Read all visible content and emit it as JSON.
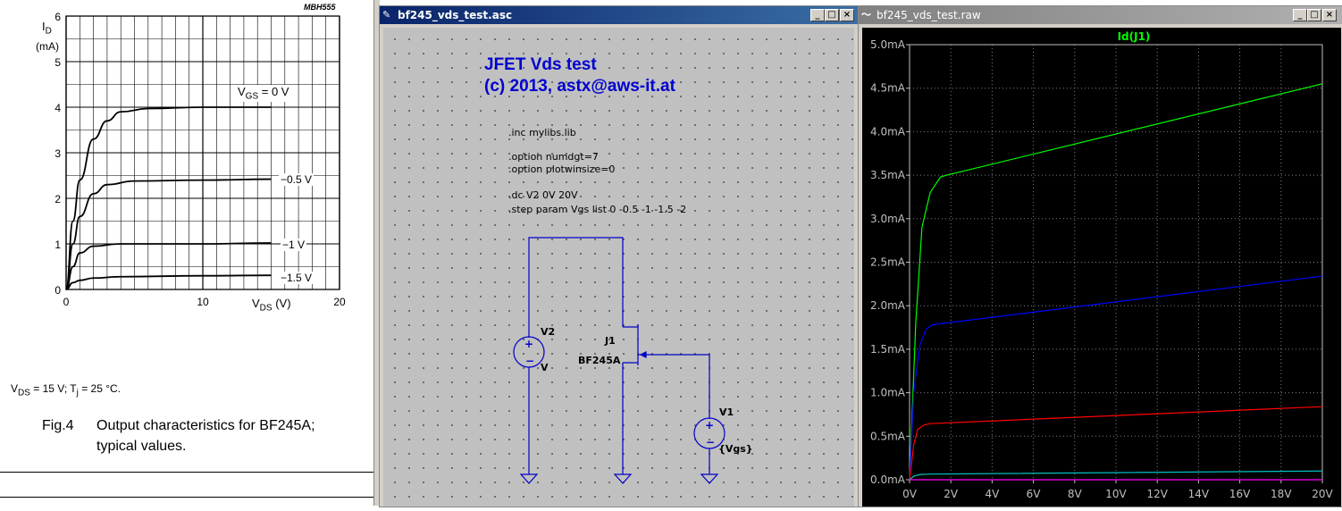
{
  "datasheet": {
    "code": "MBH555",
    "y_label_main": "I",
    "y_label_sub": "D",
    "y_unit": "(mA)",
    "x_label_main": "V",
    "x_label_sub": "DS",
    "x_unit": "(V)",
    "y_ticks": [
      "0",
      "1",
      "2",
      "3",
      "4",
      "5",
      "6"
    ],
    "x_ticks": [
      "0",
      "10",
      "20"
    ],
    "vgs_main": "V",
    "vgs_sub": "GS",
    "vgs_eq": "= 0 V",
    "curve_labels": [
      "−0.5 V",
      "−1 V",
      "−1.5 V"
    ],
    "conditions": "V<sub>DS</sub> = 15 V; T<sub>j</sub> = 25 °C.",
    "fig_num": "Fig.4",
    "fig_caption_1": "Output characteristics for BF245A;",
    "fig_caption_2": "typical values.",
    "chart_data": {
      "type": "line",
      "xlabel": "VDS (V)",
      "ylabel": "ID (mA)",
      "xlim": [
        0,
        20
      ],
      "ylim": [
        0,
        6
      ],
      "series": [
        {
          "name": "VGS = 0 V",
          "x": [
            0,
            0.5,
            1,
            2,
            3,
            4,
            6,
            10,
            15
          ],
          "y": [
            0,
            1.5,
            2.4,
            3.3,
            3.7,
            3.9,
            3.97,
            4.0,
            4.0
          ]
        },
        {
          "name": "−0.5 V",
          "x": [
            0,
            0.5,
            1,
            2,
            3,
            5,
            10,
            15
          ],
          "y": [
            0,
            1.0,
            1.6,
            2.1,
            2.3,
            2.38,
            2.4,
            2.42
          ]
        },
        {
          "name": "−1 V",
          "x": [
            0,
            0.5,
            1,
            2,
            4,
            10,
            15
          ],
          "y": [
            0,
            0.5,
            0.8,
            0.95,
            1.0,
            1.0,
            1.02
          ]
        },
        {
          "name": "−1.5 V",
          "x": [
            0,
            0.5,
            1,
            2,
            4,
            10,
            15
          ],
          "y": [
            0,
            0.15,
            0.2,
            0.25,
            0.28,
            0.3,
            0.31
          ]
        }
      ]
    }
  },
  "schematic_window": {
    "title": "bf245_vds_test.asc",
    "heading1": "JFET Vds test",
    "heading2": "(c) 2013,  astx@aws-it.at",
    "directives": [
      ".inc mylibs.lib",
      ".option numdgt=7",
      ".option plotwinsize=0",
      ".dc V2 0V 20V",
      ".step param Vgs list 0 -0.5 -1 -1.5 -2"
    ],
    "v2_name": "V2",
    "v2_value": "V",
    "j1_name": "J1",
    "j1_model": "BF245A",
    "v1_name": "V1",
    "v1_value": "{Vgs}"
  },
  "waveform_window": {
    "title": "bf245_vds_test.raw",
    "trace_label": "Id(J1)",
    "colors": {
      "bg": "#000000",
      "grid": "#808080",
      "trace_label": "#00ff00"
    },
    "chart_data": {
      "type": "line",
      "title": "Id(J1)",
      "xlim": [
        0,
        20
      ],
      "ylim": [
        0,
        5.0
      ],
      "x_ticks": [
        "0V",
        "2V",
        "4V",
        "6V",
        "8V",
        "10V",
        "12V",
        "14V",
        "16V",
        "18V",
        "20V"
      ],
      "y_ticks": [
        "0.0mA",
        "0.5mA",
        "1.0mA",
        "1.5mA",
        "2.0mA",
        "2.5mA",
        "3.0mA",
        "3.5mA",
        "4.0mA",
        "4.5mA",
        "5.0mA"
      ],
      "series": [
        {
          "color": "#00ff00",
          "x": [
            0,
            0.3,
            0.6,
            1.0,
            1.5,
            1.8,
            20
          ],
          "y": [
            0,
            1.8,
            2.9,
            3.3,
            3.48,
            3.5,
            4.55
          ]
        },
        {
          "color": "#0000ff",
          "x": [
            0,
            0.2,
            0.5,
            0.8,
            1.1,
            1.4,
            20
          ],
          "y": [
            0,
            1.0,
            1.55,
            1.73,
            1.78,
            1.79,
            2.34
          ]
        },
        {
          "color": "#ff0000",
          "x": [
            0,
            0.2,
            0.4,
            0.7,
            1.0,
            20
          ],
          "y": [
            0,
            0.4,
            0.58,
            0.63,
            0.645,
            0.84
          ]
        },
        {
          "color": "#00c0c0",
          "x": [
            0,
            0.2,
            0.5,
            1.0,
            20
          ],
          "y": [
            0,
            0.04,
            0.06,
            0.065,
            0.1
          ]
        },
        {
          "color": "#ff00ff",
          "x": [
            0,
            20
          ],
          "y": [
            0,
            0
          ]
        }
      ]
    }
  }
}
